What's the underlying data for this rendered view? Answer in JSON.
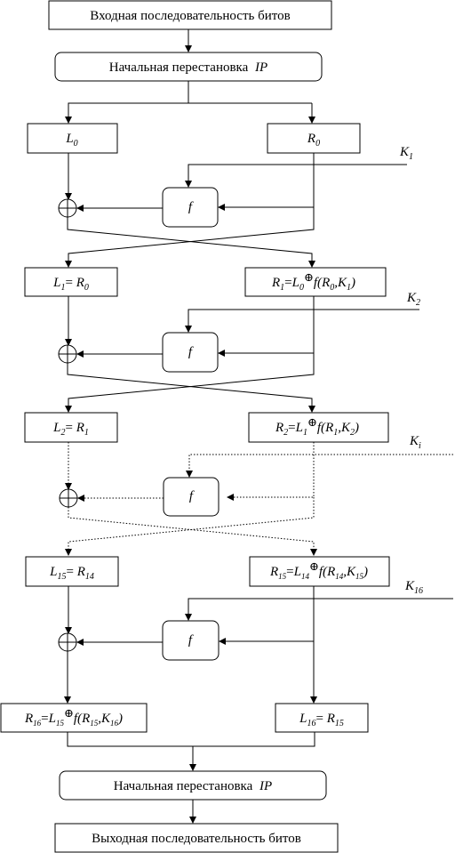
{
  "input_label": "Входная последовательность битов",
  "ip_label": "Начальная перестановка",
  "ip_symbol": "IP",
  "final_ip_label": "Начальная перестановка",
  "final_ip_symbol": "IP",
  "output_label": "Выходная последовательность битов",
  "f_label": "f",
  "round0": {
    "left": "L",
    "left_sub": "0",
    "right": "R",
    "right_sub": "0",
    "key": "K",
    "key_sub": "1"
  },
  "round1": {
    "left_a": "L",
    "left_a_sub": "1",
    "left_eq": "= ",
    "left_b": "R",
    "left_b_sub": "0",
    "right_a": "R",
    "right_a_sub": "1",
    "right_eq": "=",
    "right_b": "L",
    "right_b_sub": "0",
    "right_f": "f(",
    "right_r": "R",
    "right_r_sub": "0",
    "right_comma": ",",
    "right_k": "K",
    "right_k_sub": "1",
    "right_close": ")",
    "key": "K",
    "key_sub": "2"
  },
  "round2": {
    "left_a": "L",
    "left_a_sub": "2",
    "left_eq": "= ",
    "left_b": "R",
    "left_b_sub": "1",
    "right_a": "R",
    "right_a_sub": "2",
    "right_eq": "=",
    "right_b": "L",
    "right_b_sub": "1",
    "right_f": "f(",
    "right_r": "R",
    "right_r_sub": "1",
    "right_comma": ",",
    "right_k": "K",
    "right_k_sub": "2",
    "right_close": ")",
    "key": "K",
    "key_sub": "i"
  },
  "round15": {
    "left_a": "L",
    "left_a_sub": "15",
    "left_eq": "= ",
    "left_b": "R",
    "left_b_sub": "14",
    "right_a": "R",
    "right_a_sub": "15",
    "right_eq": "=",
    "right_b": "L",
    "right_b_sub": "14",
    "right_f": "f(",
    "right_r": "R",
    "right_r_sub": "14",
    "right_comma": ",",
    "right_k": "K",
    "right_k_sub": "15",
    "right_close": ")",
    "key": "K",
    "key_sub": "16"
  },
  "round16": {
    "left_a": "R",
    "left_a_sub": "16",
    "left_eq": "=",
    "left_b": "L",
    "left_b_sub": "15",
    "left_f": "f(",
    "left_r": "R",
    "left_r_sub": "15",
    "left_comma": ",",
    "left_k": "K",
    "left_k_sub": "16",
    "left_close": ")",
    "right_a": "L",
    "right_a_sub": "16",
    "right_eq": "= ",
    "right_b": "R",
    "right_b_sub": "15"
  },
  "xor_symbol": "⊕"
}
